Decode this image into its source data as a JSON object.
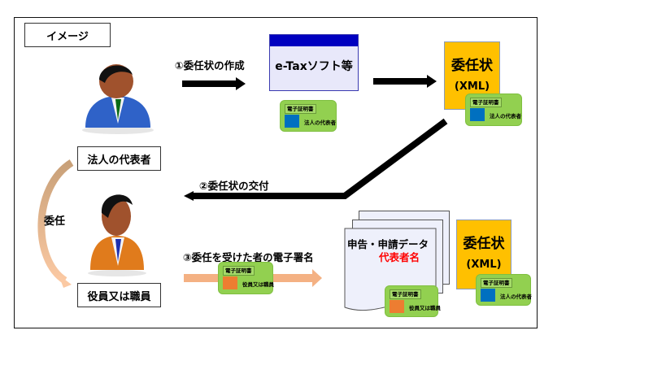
{
  "diagram": {
    "image_label": "イメージ",
    "roles": {
      "representative": "法人の代表者",
      "officer": "役員又は職員"
    },
    "delegation_label": "委任",
    "steps": [
      {
        "label": "①委任状の作成"
      },
      {
        "label": "②委任状の交付"
      },
      {
        "label": "③委任を受けた者の電子署名"
      }
    ],
    "software": {
      "label": "e-Taxソフト等"
    },
    "power_of_attorney": {
      "title": "委任状",
      "format": "(XML)"
    },
    "certificate": {
      "title": "電子証明書",
      "representative_name": "法人の代表者",
      "officer_name": "役員又は職員"
    },
    "filing_data": {
      "title": "申告・申請データ",
      "signer_label": "代表者名"
    },
    "colors": {
      "software_header": "#0000c0",
      "software_body": "#e8e8fa",
      "xml_doc": "#ffc000",
      "certificate": "#92d050",
      "rep_key": "#0070c0",
      "officer_key": "#ed7d31",
      "signer_label": "#ff0000",
      "delegation_arrow": "#f4b183"
    }
  }
}
